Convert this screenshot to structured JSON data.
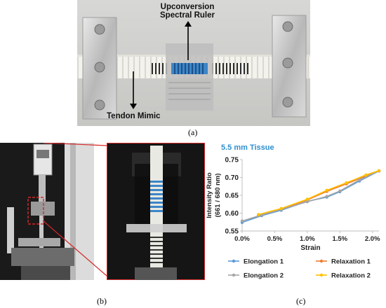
{
  "panel_a": {
    "annotation_top": [
      "Upconversion",
      "Spectral Ruler"
    ],
    "annotation_bottom": "Tendon Mimic",
    "caption": "(a)"
  },
  "panel_b": {
    "caption": "(b)"
  },
  "panel_c": {
    "caption": "(c)"
  },
  "colors": {
    "elongation1": "#5a9ad6",
    "relaxation1": "#ed7d31",
    "elongation2": "#a5a5a5",
    "relaxation2": "#ffc000",
    "title": "#2f8fd0"
  },
  "chart_data": {
    "type": "line",
    "title": "5.5 mm Tissue",
    "xlabel": "Strain",
    "ylabel": "Intensity Ratio\n(661 / 680 nm)",
    "xlim": [
      0,
      2.1
    ],
    "ylim": [
      0.55,
      0.75
    ],
    "xticks": [
      "0.0%",
      "0.5%",
      "1.0%",
      "1.5%",
      "2.0%"
    ],
    "yticks": [
      "0.55",
      "0.60",
      "0.65",
      "0.70",
      "0.75"
    ],
    "series": [
      {
        "name": "Elongation 1",
        "x": [
          0.0,
          0.3,
          0.6,
          1.0,
          1.3,
          1.5,
          1.8,
          2.1
        ],
        "y": [
          0.574,
          0.593,
          0.608,
          0.633,
          0.645,
          0.66,
          0.69,
          0.718
        ]
      },
      {
        "name": "Relaxation 1",
        "x": [
          0.25,
          0.6,
          1.0,
          1.3,
          1.6,
          1.9,
          2.1
        ],
        "y": [
          0.594,
          0.611,
          0.637,
          0.661,
          0.682,
          0.704,
          0.718
        ]
      },
      {
        "name": "Elongation 2",
        "x": [
          0.0,
          0.3,
          0.6,
          1.0,
          1.3,
          1.5,
          1.8,
          2.1
        ],
        "y": [
          0.578,
          0.595,
          0.61,
          0.632,
          0.647,
          0.662,
          0.693,
          0.718
        ]
      },
      {
        "name": "Relaxation 2",
        "x": [
          0.25,
          0.6,
          1.0,
          1.3,
          1.6,
          1.9,
          2.1
        ],
        "y": [
          0.596,
          0.613,
          0.639,
          0.664,
          0.685,
          0.707,
          0.719
        ]
      }
    ],
    "legend": "bottom"
  }
}
